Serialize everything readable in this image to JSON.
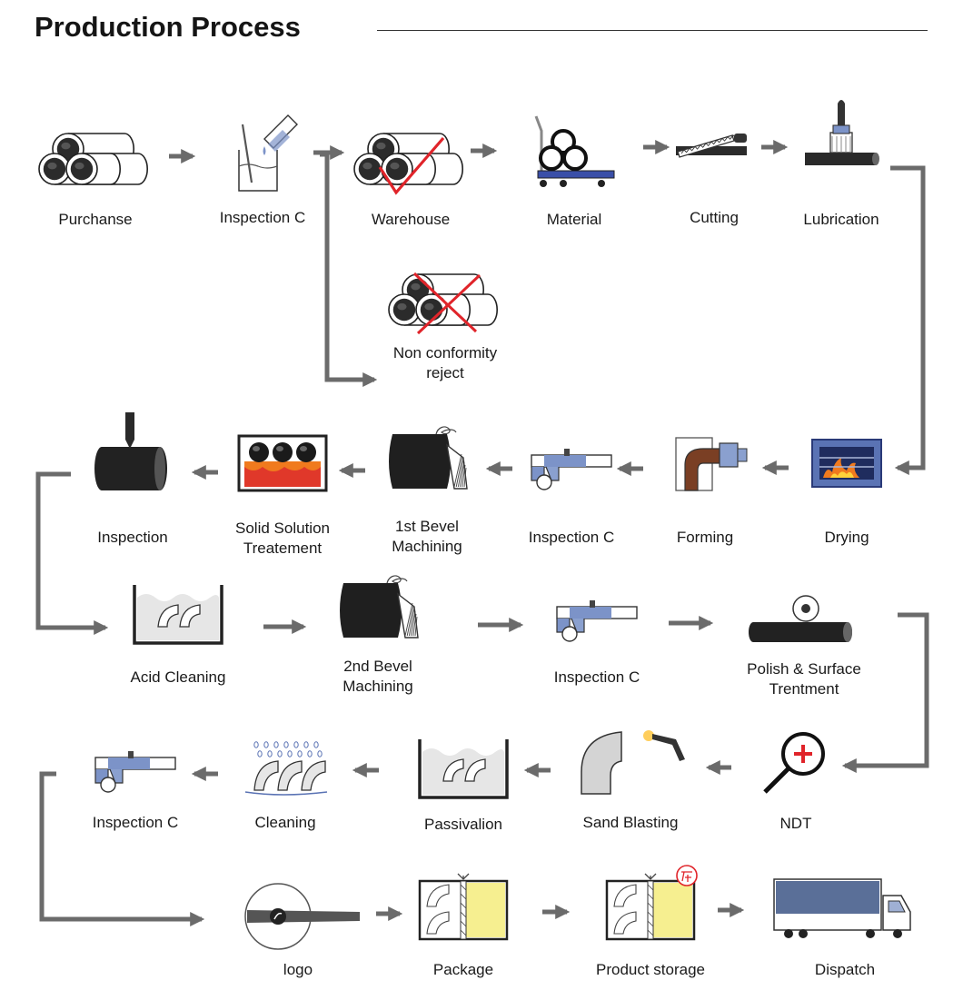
{
  "title": "Production Process",
  "steps": [
    {
      "id": "purchase",
      "label": "Purchanse",
      "icon": "pipes-bundle-icon"
    },
    {
      "id": "inspection-c-1",
      "label": "Inspection C",
      "icon": "beaker-test-icon"
    },
    {
      "id": "warehouse",
      "label": "Warehouse",
      "icon": "pipes-checked-icon"
    },
    {
      "id": "material",
      "label": "Material",
      "icon": "pipe-cart-icon"
    },
    {
      "id": "cutting",
      "label": "Cutting",
      "icon": "saw-cutting-icon"
    },
    {
      "id": "lubrication",
      "label": "Lubrication",
      "icon": "brush-pipe-icon"
    },
    {
      "id": "non-conformity",
      "label": [
        "Non conformity",
        "reject"
      ],
      "icon": "pipes-rejected-icon"
    },
    {
      "id": "drying",
      "label": "Drying",
      "icon": "furnace-icon"
    },
    {
      "id": "forming",
      "label": "Forming",
      "icon": "elbow-forming-icon"
    },
    {
      "id": "inspection-c-2",
      "label": "Inspection C",
      "icon": "caliper-icon"
    },
    {
      "id": "bevel-1",
      "label": [
        "1st Bevel",
        "Machining"
      ],
      "icon": "bevel-tool-icon"
    },
    {
      "id": "solid-solution",
      "label": [
        "Solid Solution",
        "Treatement"
      ],
      "icon": "heat-treatment-icon"
    },
    {
      "id": "inspection",
      "label": "Inspection",
      "icon": "probe-pipe-icon"
    },
    {
      "id": "acid-cleaning",
      "label": "Acid Cleaning",
      "icon": "acid-tank-icon"
    },
    {
      "id": "bevel-2",
      "label": [
        "2nd Bevel",
        "Machining"
      ],
      "icon": "bevel-tool-icon"
    },
    {
      "id": "inspection-c-3",
      "label": "Inspection C",
      "icon": "caliper-icon"
    },
    {
      "id": "polish",
      "label": [
        "Polish & Surface",
        "Trentment"
      ],
      "icon": "polish-roller-icon"
    },
    {
      "id": "ndt",
      "label": "NDT",
      "icon": "magnifier-cross-icon"
    },
    {
      "id": "sand-blasting",
      "label": "Sand Blasting",
      "icon": "sand-blast-icon"
    },
    {
      "id": "passivation",
      "label": "Passivalion",
      "icon": "passivation-tank-icon"
    },
    {
      "id": "cleaning",
      "label": "Cleaning",
      "icon": "water-wash-icon"
    },
    {
      "id": "inspection-c-4",
      "label": "Inspection C",
      "icon": "caliper-icon"
    },
    {
      "id": "logo",
      "label": "logo",
      "icon": "logo-marking-icon"
    },
    {
      "id": "package",
      "label": "Package",
      "icon": "package-box-icon"
    },
    {
      "id": "product-storage",
      "label": "Product storage",
      "icon": "storage-box-icon"
    },
    {
      "id": "dispatch",
      "label": "Dispatch",
      "icon": "truck-icon"
    }
  ],
  "flow": [
    [
      "purchase",
      "inspection-c-1"
    ],
    [
      "inspection-c-1",
      "warehouse"
    ],
    [
      "inspection-c-1",
      "non-conformity"
    ],
    [
      "warehouse",
      "material"
    ],
    [
      "material",
      "cutting"
    ],
    [
      "cutting",
      "lubrication"
    ],
    [
      "lubrication",
      "drying"
    ],
    [
      "drying",
      "forming"
    ],
    [
      "forming",
      "inspection-c-2"
    ],
    [
      "inspection-c-2",
      "bevel-1"
    ],
    [
      "bevel-1",
      "solid-solution"
    ],
    [
      "solid-solution",
      "inspection"
    ],
    [
      "inspection",
      "acid-cleaning"
    ],
    [
      "acid-cleaning",
      "bevel-2"
    ],
    [
      "bevel-2",
      "inspection-c-3"
    ],
    [
      "inspection-c-3",
      "polish"
    ],
    [
      "polish",
      "ndt"
    ],
    [
      "ndt",
      "sand-blasting"
    ],
    [
      "sand-blasting",
      "passivation"
    ],
    [
      "passivation",
      "cleaning"
    ],
    [
      "cleaning",
      "inspection-c-4"
    ],
    [
      "inspection-c-4",
      "logo"
    ],
    [
      "logo",
      "package"
    ],
    [
      "package",
      "product-storage"
    ],
    [
      "product-storage",
      "dispatch"
    ]
  ],
  "colors": {
    "arrow": "#6b6b6b",
    "pipe_dark": "#2b2b2b",
    "steel_blue": "#7c93c8",
    "reject_red": "#e0242a",
    "heat_orange": "#f07a1e",
    "box_yellow": "#f6ef90",
    "truck_blue": "#5a6f98"
  }
}
